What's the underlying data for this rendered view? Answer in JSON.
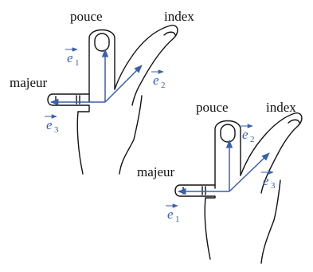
{
  "colors": {
    "vector": "#3b5fa8",
    "outline": "#111111"
  },
  "hands": [
    {
      "fingers": {
        "thumb": "pouce",
        "index": "index",
        "middle": "majeur"
      },
      "vectors": {
        "thumb": "1",
        "index": "2",
        "middle": "3"
      }
    },
    {
      "fingers": {
        "thumb": "pouce",
        "index": "index",
        "middle": "majeur"
      },
      "vectors": {
        "thumb": "2",
        "index": "3",
        "middle": "1"
      }
    }
  ]
}
